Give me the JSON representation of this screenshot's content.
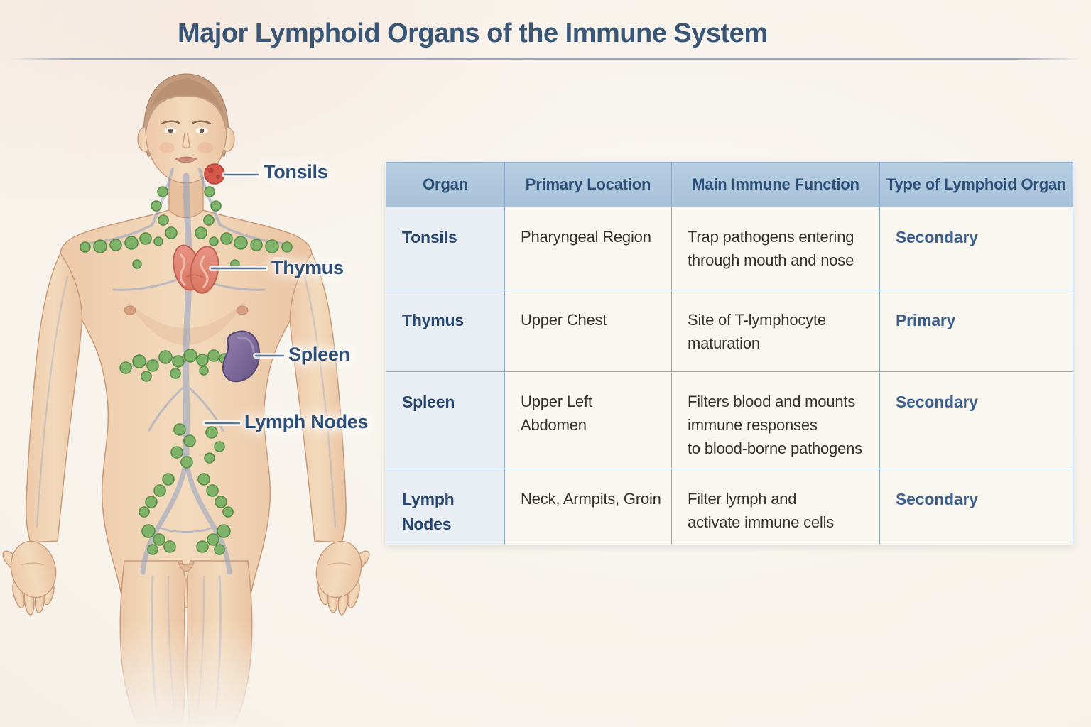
{
  "title": "Major Lymphoid Organs of the Immune System",
  "diagram": {
    "labels": [
      {
        "id": "tonsils",
        "text": "Tonsils"
      },
      {
        "id": "thymus",
        "text": "Thymus"
      },
      {
        "id": "spleen",
        "text": "Spleen"
      },
      {
        "id": "lymph_nodes",
        "text": "Lymph Nodes"
      }
    ]
  },
  "table": {
    "headers": [
      "Organ",
      "Primary Location",
      "Main Immune Function",
      "Type of Lymphoid Organ"
    ],
    "rows": [
      {
        "organ": "Tonsils",
        "location": "Pharyngeal Region",
        "function": "Trap pathogens entering\nthrough mouth and nose",
        "type": "Secondary"
      },
      {
        "organ": "Thymus",
        "location": "Upper Chest",
        "function": "Site of T-lymphocyte\nmaturation",
        "type": "Primary"
      },
      {
        "organ": "Spleen",
        "location": "Upper Left Abdomen",
        "function": "Filters blood and mounts\nimmune responses\nto blood-borne pathogens",
        "type": "Secondary"
      },
      {
        "organ": "Lymph Nodes",
        "location": "Neck, Armpits, Groin",
        "function": "Filter lymph and\nactivate immune cells",
        "type": "Secondary"
      }
    ]
  },
  "colors": {
    "page_bg": "#f7f2ea",
    "title_text": "#3a5677",
    "title_rule": "#9aa7bc",
    "header_bg": "#aec7dd",
    "header_text": "#2d5078",
    "cell_bg": "#faf7f1",
    "organ_col_bg": "#e9edf4",
    "table_border": "#8faaca",
    "organ_name_text": "#27476f",
    "type_text": "#3b5f8d",
    "label_text": "#2e4f77",
    "lymph_node_green": "#7eb369",
    "thymus_red": "#e18a77",
    "spleen_purple": "#7b6899",
    "tonsil_red": "#d5584a",
    "skin": "#eed0b4"
  }
}
